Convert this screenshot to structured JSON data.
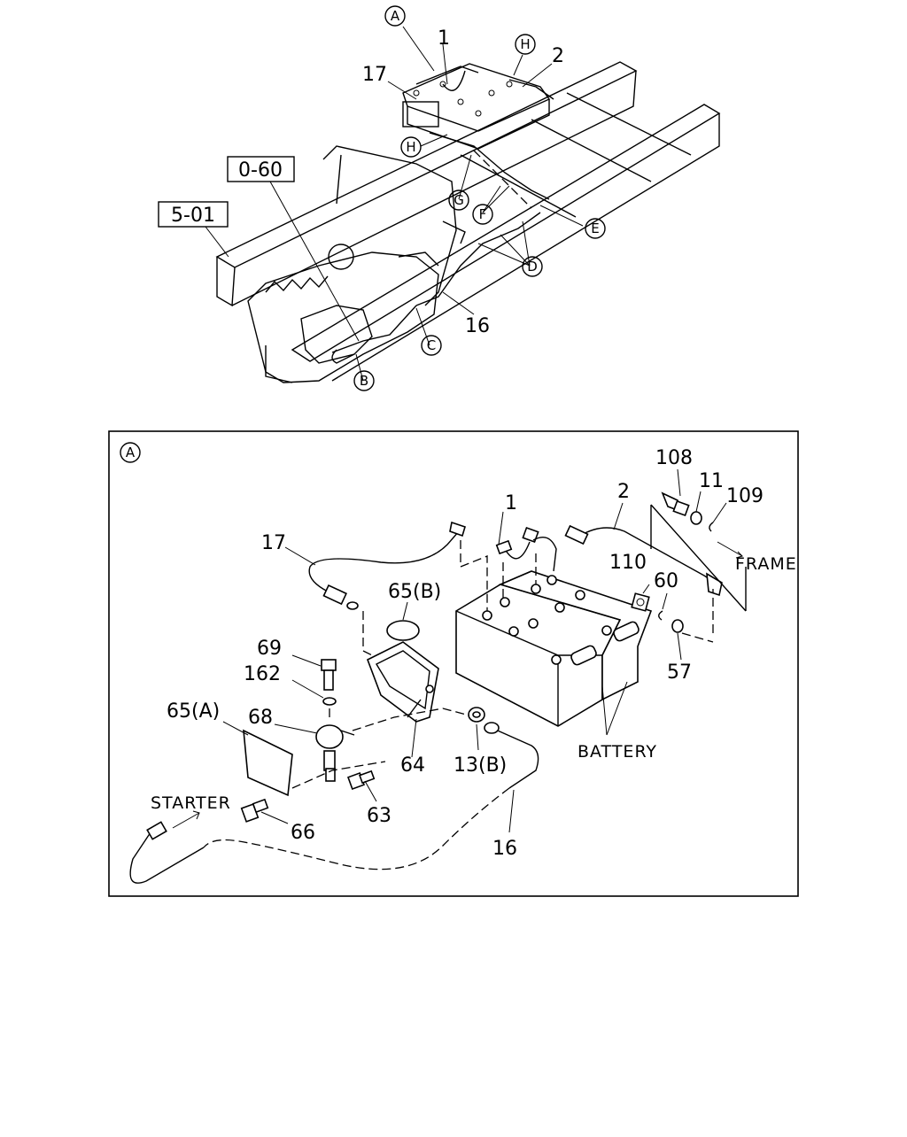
{
  "overview": {
    "ref_boxes": {
      "r060": "0-60",
      "r501": "5-01"
    },
    "numbers": {
      "n1": "1",
      "n2": "2",
      "n17": "17",
      "n16": "16"
    },
    "callouts": {
      "A": "A",
      "B": "B",
      "C": "C",
      "D": "D",
      "E": "E",
      "F": "F",
      "G": "G",
      "H1": "H",
      "H2": "H"
    }
  },
  "detail": {
    "corner_callout": "A",
    "labels": {
      "p108": "108",
      "p11": "11",
      "p109": "109",
      "frame": "FRAME",
      "p2": "2",
      "p1": "1",
      "p17": "17",
      "p110": "110",
      "p60": "60",
      "p65b": "65(B)",
      "p69": "69",
      "p162": "162",
      "p57": "57",
      "p65a": "65(A)",
      "p68": "68",
      "p64": "64",
      "p13b": "13(B)",
      "battery": "BATTERY",
      "starter": "STARTER",
      "p63": "63",
      "p66": "66",
      "p16": "16"
    }
  }
}
